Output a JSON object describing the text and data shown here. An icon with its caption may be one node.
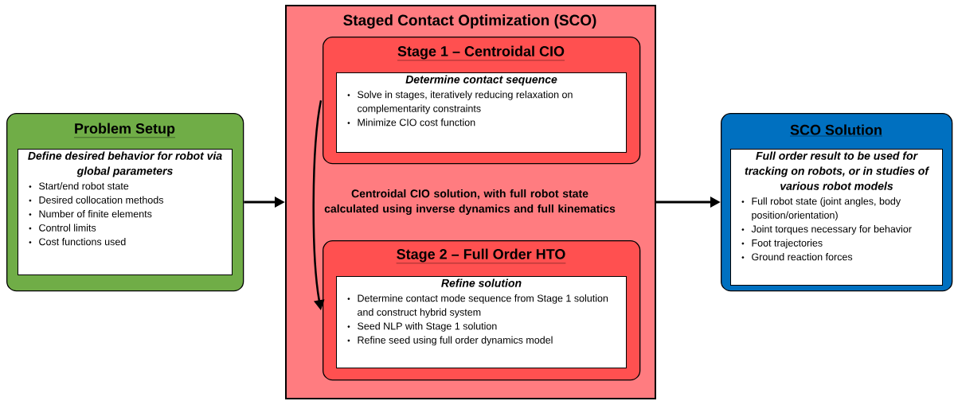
{
  "diagram": {
    "title": "Staged Contact Optimization (SCO)",
    "nodes": [
      {
        "text": [
          "Problem Setup"
        ]
      },
      {
        "text": [
          "Define desired behavior for robot via global parameters",
          "Start/end robot state",
          "Desired collocation methods",
          "Number of finite elements",
          "Control limits",
          "Cost functions used"
        ],
        "in": 0
      },
      {
        "text": [
          "Centroidal CIO solution, with full robot state calculated using inverse dynamics and full kinematics"
        ]
      },
      {
        "text": [
          "Stage 1 – Centroidal CIO"
        ],
        "in": 2
      },
      {
        "text": [
          "Determine contact sequence",
          "Solve in stages, iteratively reducing relaxation on complementarity constraints",
          "Minimize CIO cost function"
        ],
        "in": 3
      },
      {
        "text": [
          "Stage 2 – Full Order HTO"
        ],
        "in": 2
      },
      {
        "text": [
          "Refine solution",
          "Determine contact mode sequence from Stage 1 solution and construct hybrid system",
          "Seed NLP with Stage 1 solution",
          "Refine seed using full order dynamics model"
        ],
        "in": 5
      },
      {
        "text": [
          "SCO Solution"
        ]
      },
      {
        "text": [
          "Full order result to be used for tracking on robots, or in studies of various robot models",
          "Full robot state (joint angles, body position/orientation)",
          "Joint torques necessary for behavior",
          "Foot trajectories",
          "Ground reaction forces"
        ],
        "in": 7
      }
    ],
    "edges": [
      {
        "from": 0,
        "to": 2,
        "arrow": "to"
      },
      {
        "from": 2,
        "to": 7,
        "arrow": "to"
      },
      {
        "from": 3,
        "to": 5,
        "arrow": "to"
      }
    ]
  }
}
